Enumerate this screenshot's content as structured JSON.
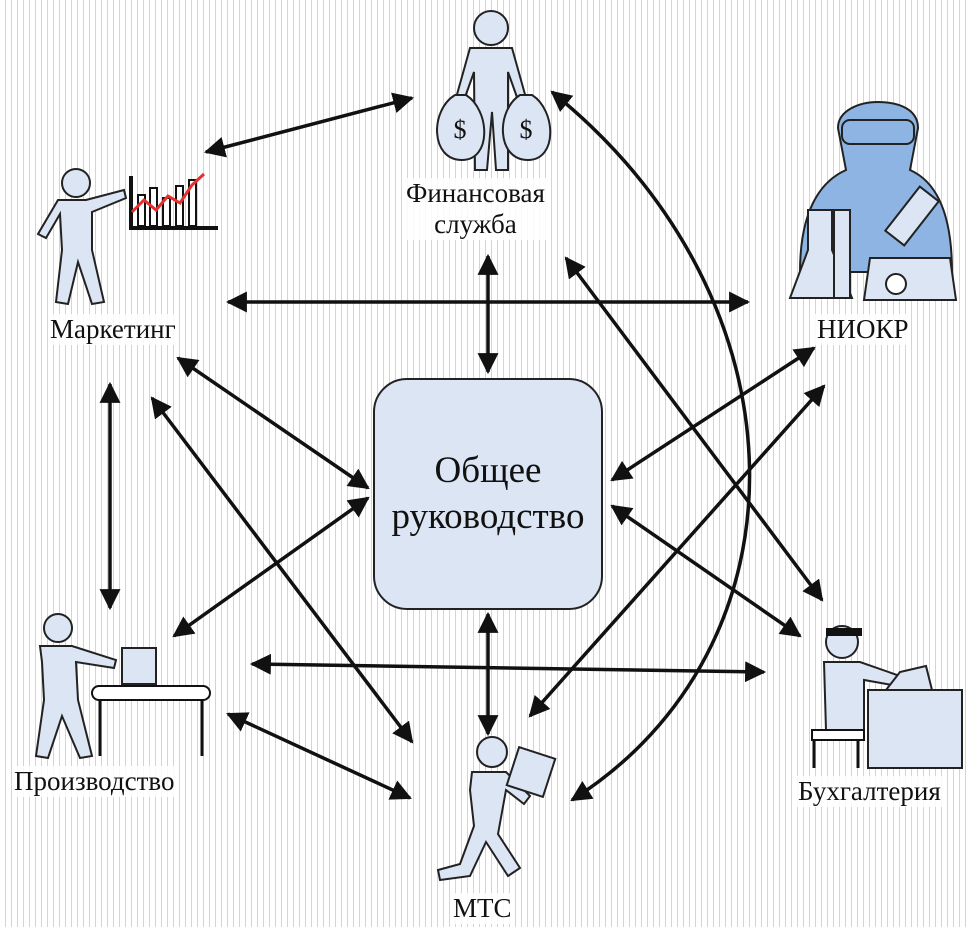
{
  "nodes": {
    "center": {
      "line1": "Общее",
      "line2": "руководство"
    },
    "finance": {
      "line1": "Финансовая",
      "line2": "служба"
    },
    "marketing": {
      "label": "Маркетинг"
    },
    "rnd": {
      "label": "НИОКР"
    },
    "production": {
      "label": "Производство"
    },
    "accounting": {
      "label": "Бухгалтерия"
    },
    "mts": {
      "label": "МТС"
    }
  },
  "icons": {
    "finance": "person-with-money-bags-icon",
    "marketing": "person-pointing-at-chart-icon",
    "rnd": "scientist-with-flask-and-microscope-icon",
    "production": "worker-at-conveyor-icon",
    "accounting": "accountant-at-desk-icon",
    "mts": "person-carrying-box-icon"
  },
  "colors": {
    "fill": "#dbe5f3",
    "scientist": "#8db4e2",
    "chart_line": "#e53030",
    "stroke": "#111111"
  }
}
